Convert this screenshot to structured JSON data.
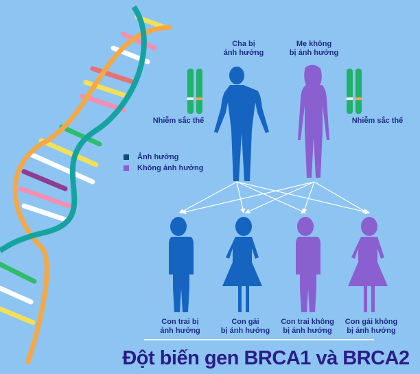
{
  "colors": {
    "affected": "#1565c0",
    "unaffected": "#8a5fd0",
    "background": "#8dc4f1",
    "text": "#1f2d86"
  },
  "parents": {
    "father": "Cha bị\nảnh hưởng",
    "mother": "Mẹ không\nbị ảnh hưởng"
  },
  "chromosome_label_left": "Nhiễm sắc thể",
  "chromosome_label_right": "Nhiễm sắc thể",
  "legend": {
    "affected": "Ảnh hưởng",
    "unaffected": "Không ảnh hưởng"
  },
  "children": [
    {
      "label": "Con trai bị\nảnh hưởng"
    },
    {
      "label": "Con gái\nbị ảnh hưởng"
    },
    {
      "label": "Con trai không\nbị ảnh hưởng"
    },
    {
      "label": "Con gái không\nbị ảnh hưởng"
    }
  ],
  "title": "Đột biến gen BRCA1 và BRCA2"
}
